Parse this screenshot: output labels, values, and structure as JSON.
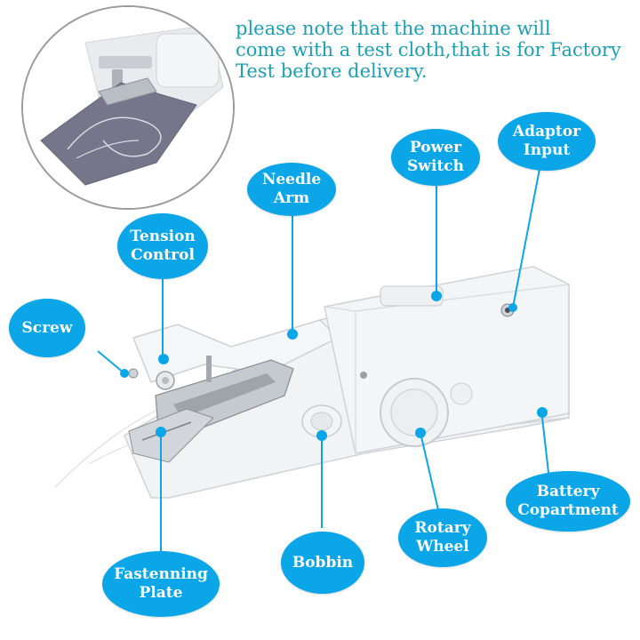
{
  "note": {
    "line1": "please note that the machine will",
    "line2": "come with a test cloth,that is for Factory",
    "line3": "Test before delivery."
  },
  "labels": {
    "screw": "Screw",
    "tension_control": "Tension\nControl",
    "needle_arm": "Needle\nArm",
    "power_switch": "Power\nSwitch",
    "adaptor_input": "Adaptor\nInput",
    "battery_compartment": "Battery\nCopartment",
    "rotary_wheel": "Rotary\nWheel",
    "bobbin": "Bobbin",
    "fastening_plate": "Fastenning\nPlate"
  },
  "colors": {
    "accent": "#0aa6e8",
    "note_text": "#1a9fb5",
    "machine_body": "#f2f3f5"
  }
}
